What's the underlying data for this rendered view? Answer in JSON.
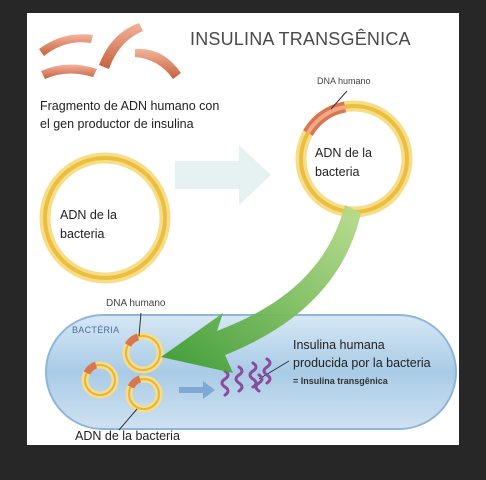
{
  "title": "INSULINA TRANSGÊNICA",
  "fragment_label": {
    "line1": "Fragmento de ADN humano con",
    "line2": "el gen productor de insulina"
  },
  "bacteria_dna_left": {
    "line1": "ADN  de la",
    "line2": "bacteria"
  },
  "bacteria_dna_right": {
    "line1": "ADN  de la",
    "line2": "bacteria"
  },
  "dna_humano_top": "DNA humano",
  "dna_humano_bottom": "DNA humano",
  "bacteria_label": "BACTÉRIA",
  "insulin_label": {
    "line1": "Insulina humana",
    "line2": "producida por la bacteria",
    "line3": "= Insulina transgênica"
  },
  "adn_bottom": "ADN de la bacteria",
  "colors": {
    "background": "#272727",
    "panel": "#ffffff",
    "plasmid_ring": "#f2c94c",
    "dna_fragment": "#e08a6a",
    "bacteria_fill": "#a9cbe6",
    "green_arrow": "#4aa63a",
    "insulin_squiggle": "#8a4b9a"
  }
}
